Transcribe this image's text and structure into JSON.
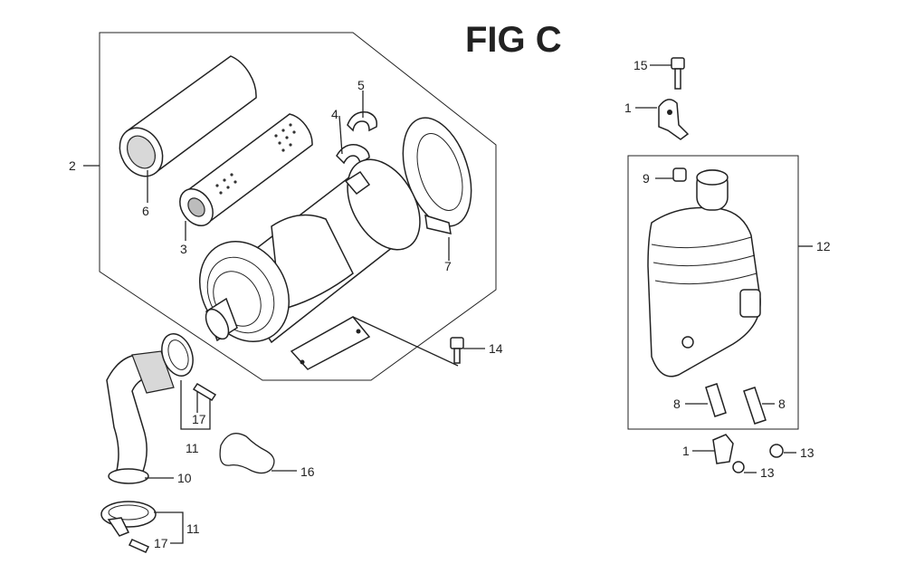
{
  "title": "FIG C",
  "callouts": {
    "c1a": "1",
    "c1b": "1",
    "c2": "2",
    "c3": "3",
    "c4": "4",
    "c5": "5",
    "c6": "6",
    "c7": "7",
    "c8a": "8",
    "c8b": "8",
    "c9": "9",
    "c10": "10",
    "c11a": "11",
    "c11b": "11",
    "c12": "12",
    "c13a": "13",
    "c13b": "13",
    "c14": "14",
    "c15": "15",
    "c16": "16",
    "c17a": "17",
    "c17b": "17"
  },
  "icons": {
    "assembly": "air-cleaner-assembly",
    "tank": "fuel-tank"
  }
}
